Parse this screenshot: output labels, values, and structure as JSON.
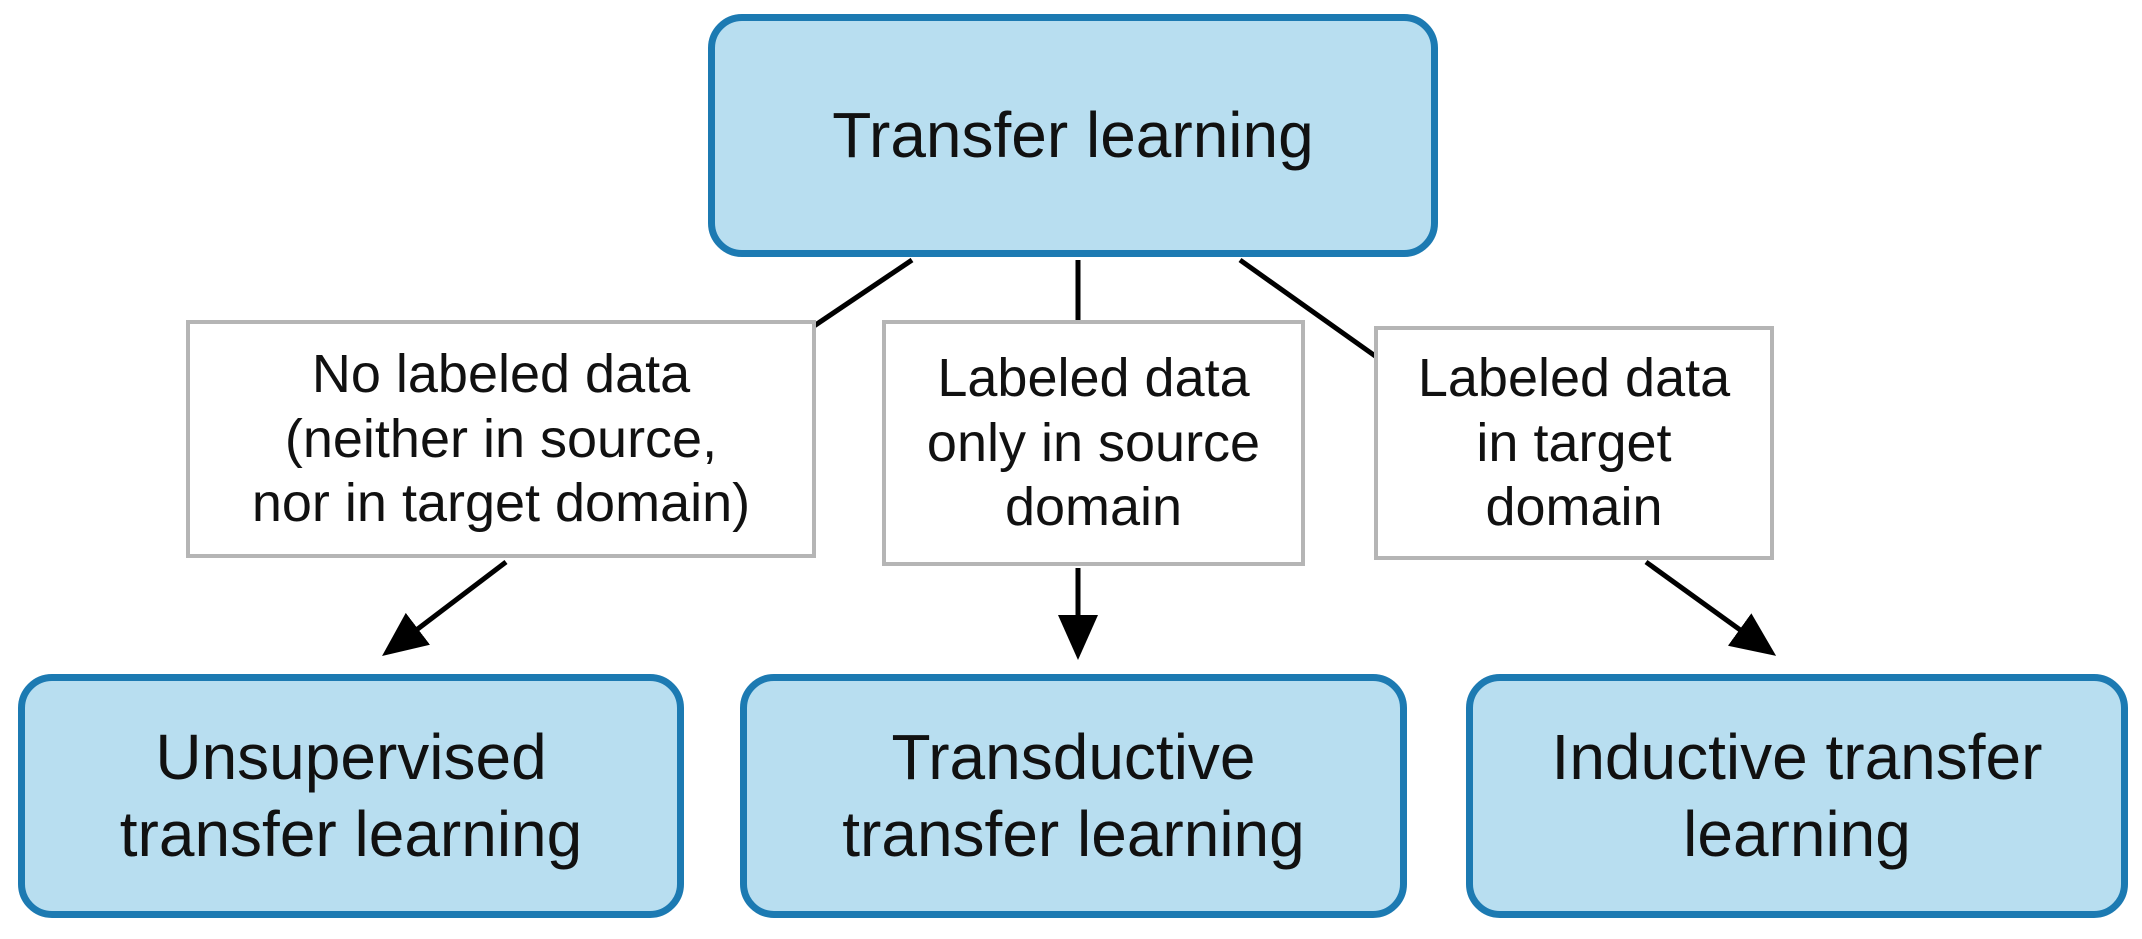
{
  "diagram": {
    "root": {
      "label": "Transfer learning"
    },
    "branches": [
      {
        "condition_lines": [
          "No labeled data",
          "(neither in source,",
          "nor in target domain)"
        ],
        "result_lines": [
          "Unsupervised",
          "transfer learning"
        ]
      },
      {
        "condition_lines": [
          "Labeled data",
          "only in source",
          "domain"
        ],
        "result_lines": [
          "Transductive",
          "transfer learning"
        ]
      },
      {
        "condition_lines": [
          "Labeled data",
          "in target",
          "domain"
        ],
        "result_lines": [
          "Inductive transfer",
          "learning"
        ]
      }
    ],
    "colors": {
      "node_fill": "#b8def0",
      "node_border": "#1c7ab2",
      "label_border": "#b5b5b5",
      "line": "#000000"
    }
  }
}
